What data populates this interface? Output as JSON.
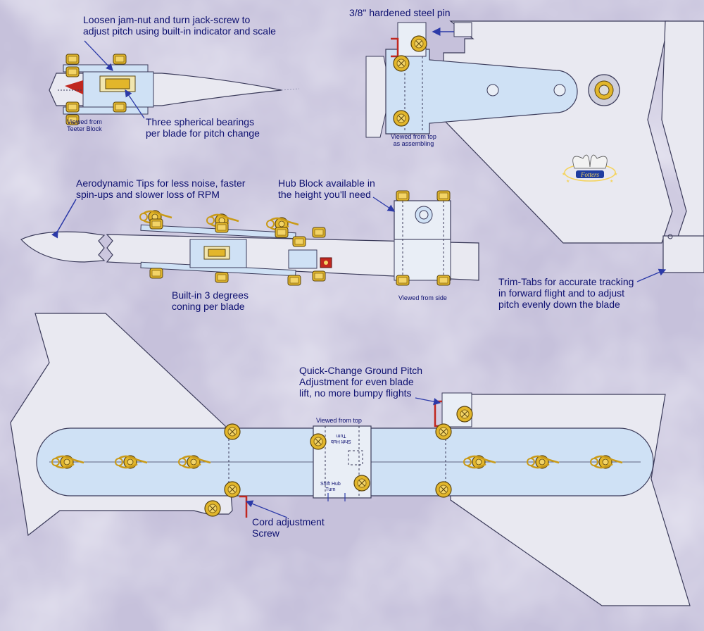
{
  "colors": {
    "background": "#c9c4dc",
    "blade": "#e9e9f1",
    "hub_plate": "#cfe1f5",
    "outline": "#3b3b5a",
    "brass": "#e2b62b",
    "pointer": "#2c3aa8",
    "label_text": "#0d1070",
    "trim_tab": "#c0271f"
  },
  "logo": {
    "icon": "eagle-star-logo-icon",
    "text": "Fotters"
  },
  "labels": {
    "pitch_adjust": [
      "Loosen jam-nut and turn jack-screw to",
      "adjust pitch using built-in indicator and scale"
    ],
    "viewed_teeter": [
      "Viewed from",
      "Teeter Block"
    ],
    "bearings": [
      "Three spherical bearings",
      "per blade for pitch change"
    ],
    "steel_pin": "3/8\" hardened steel pin",
    "viewed_top_assembling": [
      "Viewed from top",
      "as assembling"
    ],
    "aero_tips": [
      "Aerodynamic Tips for less noise, faster",
      "spin-ups and slower loss of RPM"
    ],
    "hub_block": [
      "Hub Block available in",
      "the height you'll need"
    ],
    "coning": [
      "Built-in 3 degrees",
      "coning per blade"
    ],
    "viewed_side": "Viewed from side",
    "trim_tabs": [
      "Trim-Tabs for accurate tracking",
      "in forward flight and to adjust",
      "pitch evenly down the blade"
    ],
    "ground_pitch": [
      "Quick-Change Ground Pitch",
      "Adjustment for even blade",
      "lift, no more bumpy flights"
    ],
    "viewed_top": "Viewed from top",
    "shift_hub_upper": [
      "Shift Hub",
      "Turn"
    ],
    "shift_hub_lower": [
      "Shift Hub",
      "Turn"
    ],
    "cord_screw": [
      "Cord adjustment",
      "Screw"
    ]
  }
}
